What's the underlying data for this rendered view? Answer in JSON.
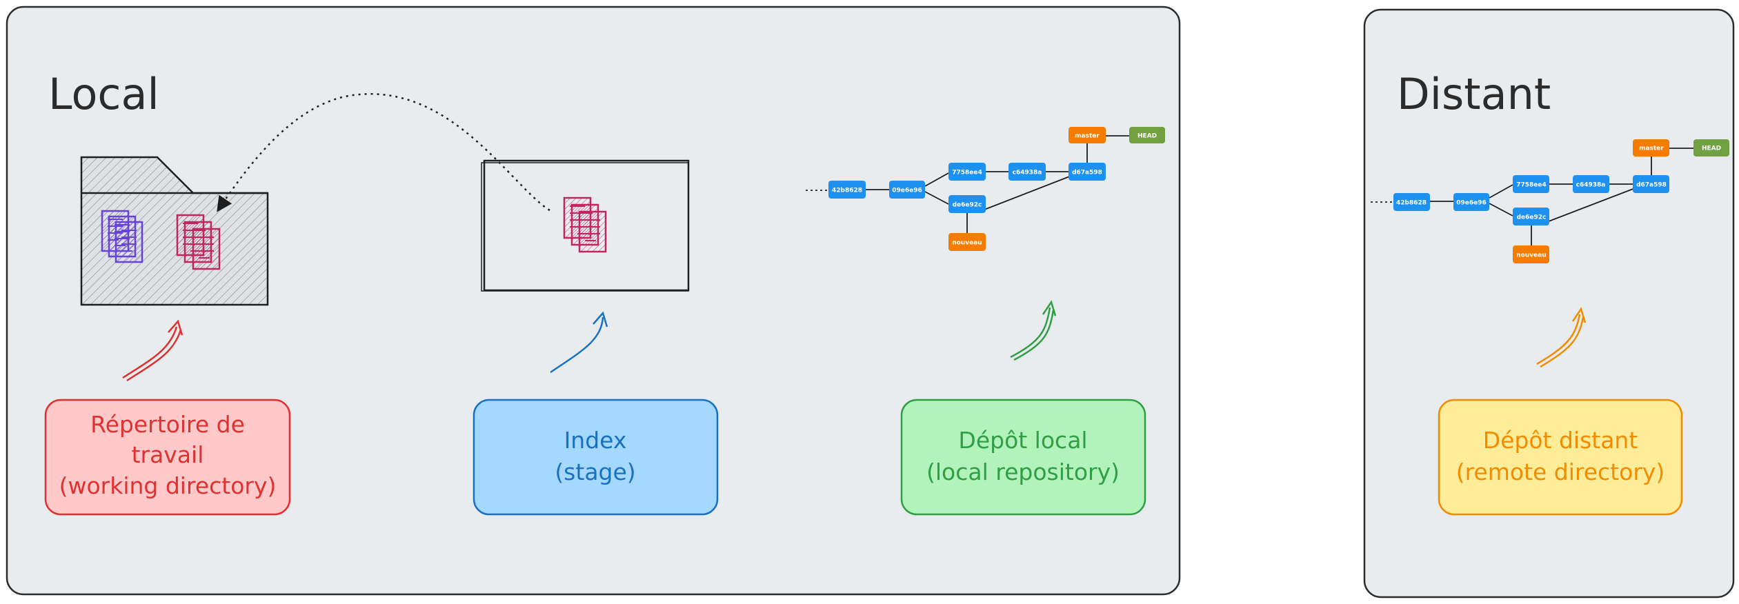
{
  "panels": {
    "local": {
      "title": "Local"
    },
    "distant": {
      "title": "Distant"
    }
  },
  "labels": {
    "working_directory": {
      "line1": "Répertoire de",
      "line2": "travail",
      "line3": "(working directory)"
    },
    "index": {
      "line1": "Index",
      "line2": "(stage)"
    },
    "local_repo": {
      "line1": "Dépôt local",
      "line2": "(local repository)"
    },
    "remote_repo": {
      "line1": "Dépôt distant",
      "line2": "(remote directory)"
    }
  },
  "graph": {
    "commits": [
      "42b8628",
      "09e6e96",
      "7758ee4",
      "c64938a",
      "d67a598",
      "de6e92c"
    ],
    "branches": {
      "master": "master",
      "head": "HEAD",
      "nouveau": "nouveau"
    }
  },
  "colors": {
    "panel_bg": "#e9ecef",
    "panel_border": "#2b2b2b",
    "commit": "#1e90f0",
    "branch": "#f57c00",
    "head": "#71a040",
    "working_fill": "#ffc9c9",
    "working_stroke": "#e03131",
    "index_fill": "#a5d8ff",
    "index_stroke": "#1971c2",
    "local_fill": "#b2f2bb",
    "local_stroke": "#2f9e44",
    "remote_fill": "#ffec99",
    "remote_stroke": "#f08c00"
  }
}
